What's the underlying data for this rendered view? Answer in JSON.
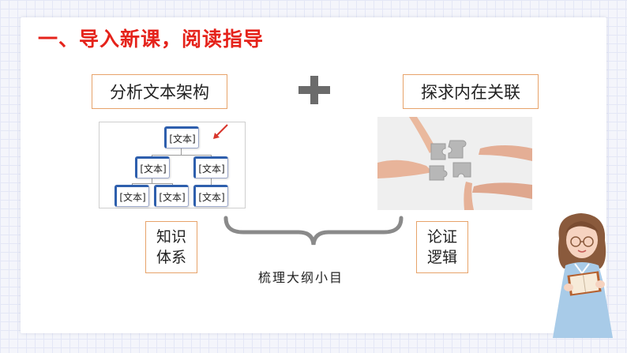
{
  "heading": "一、导入新课，阅读指导",
  "box_left_title": "分析文本架构",
  "box_right_title": "探求内在关联",
  "org_node_text": "[文本]",
  "bottom_left_label": [
    "知识",
    "体系"
  ],
  "bottom_right_label": [
    "论证",
    "逻辑"
  ],
  "brace_caption": "梳理大纲小目",
  "colors": {
    "heading": "#e5231b",
    "box_border": "#e7a36a",
    "org_accent": "#2e5fad",
    "plus": "#6b6b6b"
  }
}
